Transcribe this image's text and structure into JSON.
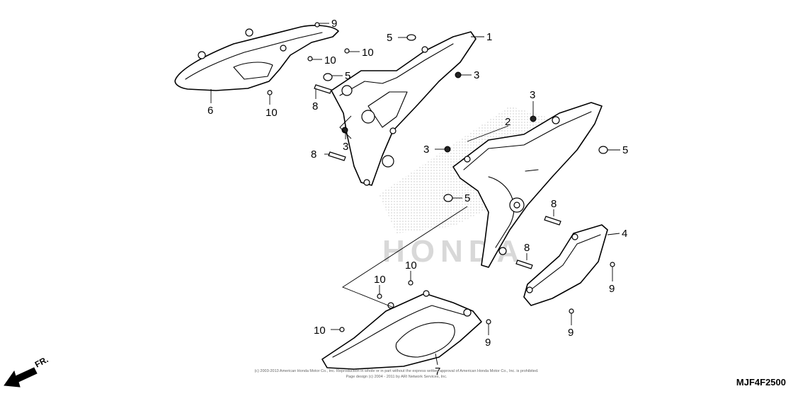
{
  "callouts": {
    "c1": "1",
    "c2": "2",
    "c3a": "3",
    "c3b": "3",
    "c3c": "3",
    "c3d": "3",
    "c4": "4",
    "c5a": "5",
    "c5b": "5",
    "c5c": "5",
    "c5d": "5",
    "c6": "6",
    "c7": "7",
    "c8a": "8",
    "c8b": "8",
    "c8c": "8",
    "c8d": "8",
    "c9a": "9",
    "c9b": "9",
    "c9c": "9",
    "c9d": "9",
    "c10a": "10",
    "c10b": "10",
    "c10c": "10",
    "c10d": "10",
    "c10e": "10"
  },
  "direction_label": "FR.",
  "copyright_line1": "(c) 2003-2013 American Honda Motor Co., Inc. Reproduction in whole or in part without the express written approval of American Honda Motor Co., Inc. is prohibited.",
  "copyright_line2": "Page design (c) 2004 - 2011 by ARI Network Services, Inc.",
  "diagram_code": "MJF4F2500",
  "watermark_text": "HONDA",
  "colors": {
    "line": "#000000",
    "watermark": "#c8c8c8",
    "background": "#ffffff"
  }
}
